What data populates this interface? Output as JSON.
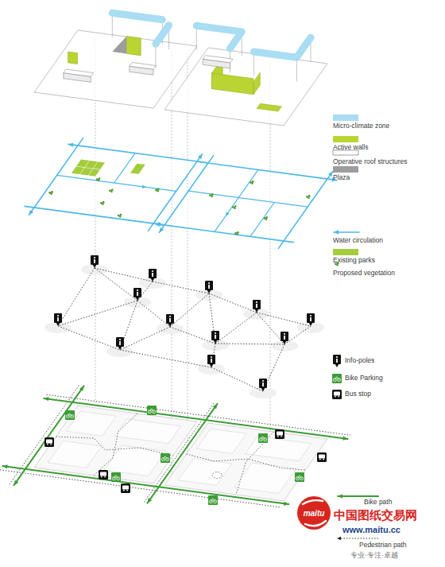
{
  "diagram": {
    "labels": [
      "maitu",
      "中国图纸交易网",
      "www.maitu.cc",
      "专业·专注·卓越"
    ],
    "legend": [
      {
        "text": "Micro-climate zone",
        "color": "#a8ddf3"
      },
      {
        "text": "Active walls",
        "color": "#b9d433"
      },
      {
        "text": "Operative roof structures"
      },
      {
        "text": "Plaza",
        "color": "#9d9d9d"
      },
      {
        "text": "Water circulation"
      },
      {
        "text": "Existing parks",
        "color": "#a4cc3d"
      },
      {
        "text": "Proposed vegetation"
      },
      {
        "text": "Info-poles"
      },
      {
        "text": "Bike Parking"
      },
      {
        "text": "Bus stop"
      },
      {
        "text": "Bike path"
      },
      {
        "text": "Pedestrian path"
      }
    ]
  }
}
